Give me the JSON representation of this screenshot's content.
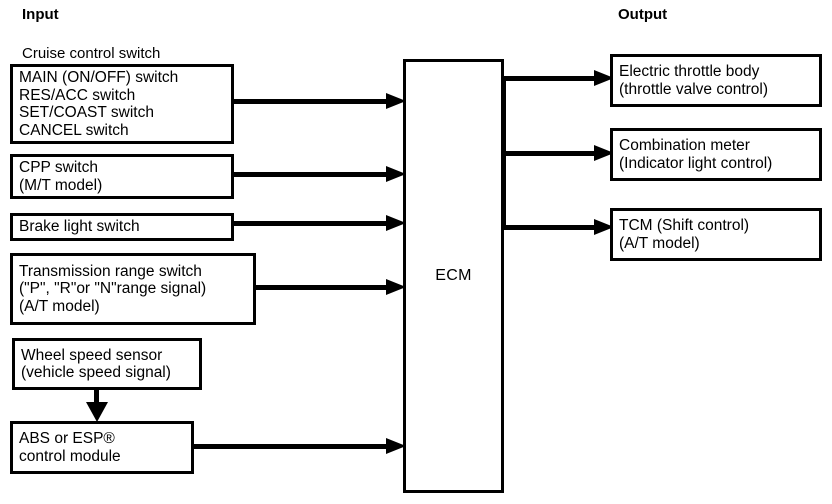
{
  "headers": {
    "input": "Input",
    "output": "Output"
  },
  "captions": {
    "cruise_control": "Cruise control switch"
  },
  "ecm": {
    "label": "ECM"
  },
  "inputs": [
    {
      "name": "cruise-control-switch-box",
      "lines": [
        "MAIN (ON/OFF) switch",
        "RES/ACC switch",
        "SET/COAST switch",
        "CANCEL switch"
      ]
    },
    {
      "name": "cpp-switch-box",
      "lines": [
        "CPP switch",
        "(M/T model)"
      ]
    },
    {
      "name": "brake-light-switch-box",
      "lines": [
        "Brake light switch"
      ]
    },
    {
      "name": "transmission-range-switch-box",
      "lines": [
        "Transmission range switch",
        "(\"P\", \"R\"or \"N\"range signal)",
        "(A/T model)"
      ]
    },
    {
      "name": "wheel-speed-sensor-box",
      "lines": [
        "Wheel speed sensor",
        "(vehicle speed signal)"
      ]
    },
    {
      "name": "abs-esp-control-module-box",
      "lines": [
        "ABS or ESP®",
        "control module"
      ]
    }
  ],
  "outputs": [
    {
      "name": "electric-throttle-body-box",
      "lines": [
        "Electric throttle body",
        "(throttle valve control)"
      ]
    },
    {
      "name": "combination-meter-box",
      "lines": [
        "Combination meter",
        "(Indicator light control)"
      ]
    },
    {
      "name": "tcm-shift-control-box",
      "lines": [
        "TCM (Shift control)",
        "(A/T model)"
      ]
    }
  ],
  "colors": {
    "stroke": "#000000",
    "background": "#ffffff"
  }
}
